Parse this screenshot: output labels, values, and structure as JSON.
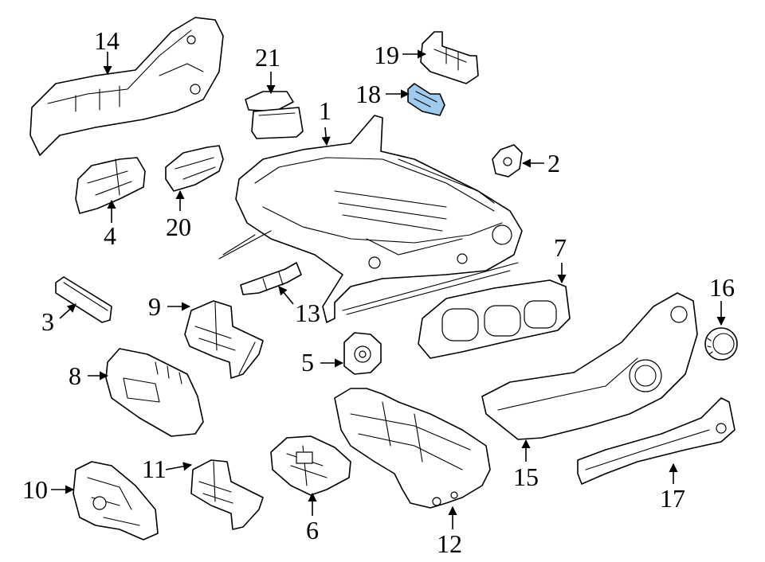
{
  "callouts": {
    "c1": "1",
    "c2": "2",
    "c3": "3",
    "c4": "4",
    "c5": "5",
    "c6": "6",
    "c7": "7",
    "c8": "8",
    "c9": "9",
    "c10": "10",
    "c11": "11",
    "c12": "12",
    "c13": "13",
    "c14": "14",
    "c15": "15",
    "c16": "16",
    "c17": "17",
    "c18": "18",
    "c19": "19",
    "c20": "20",
    "c21": "21"
  },
  "colors": {
    "highlight": "#9ecbee",
    "line": "#000000",
    "background": "#ffffff"
  }
}
